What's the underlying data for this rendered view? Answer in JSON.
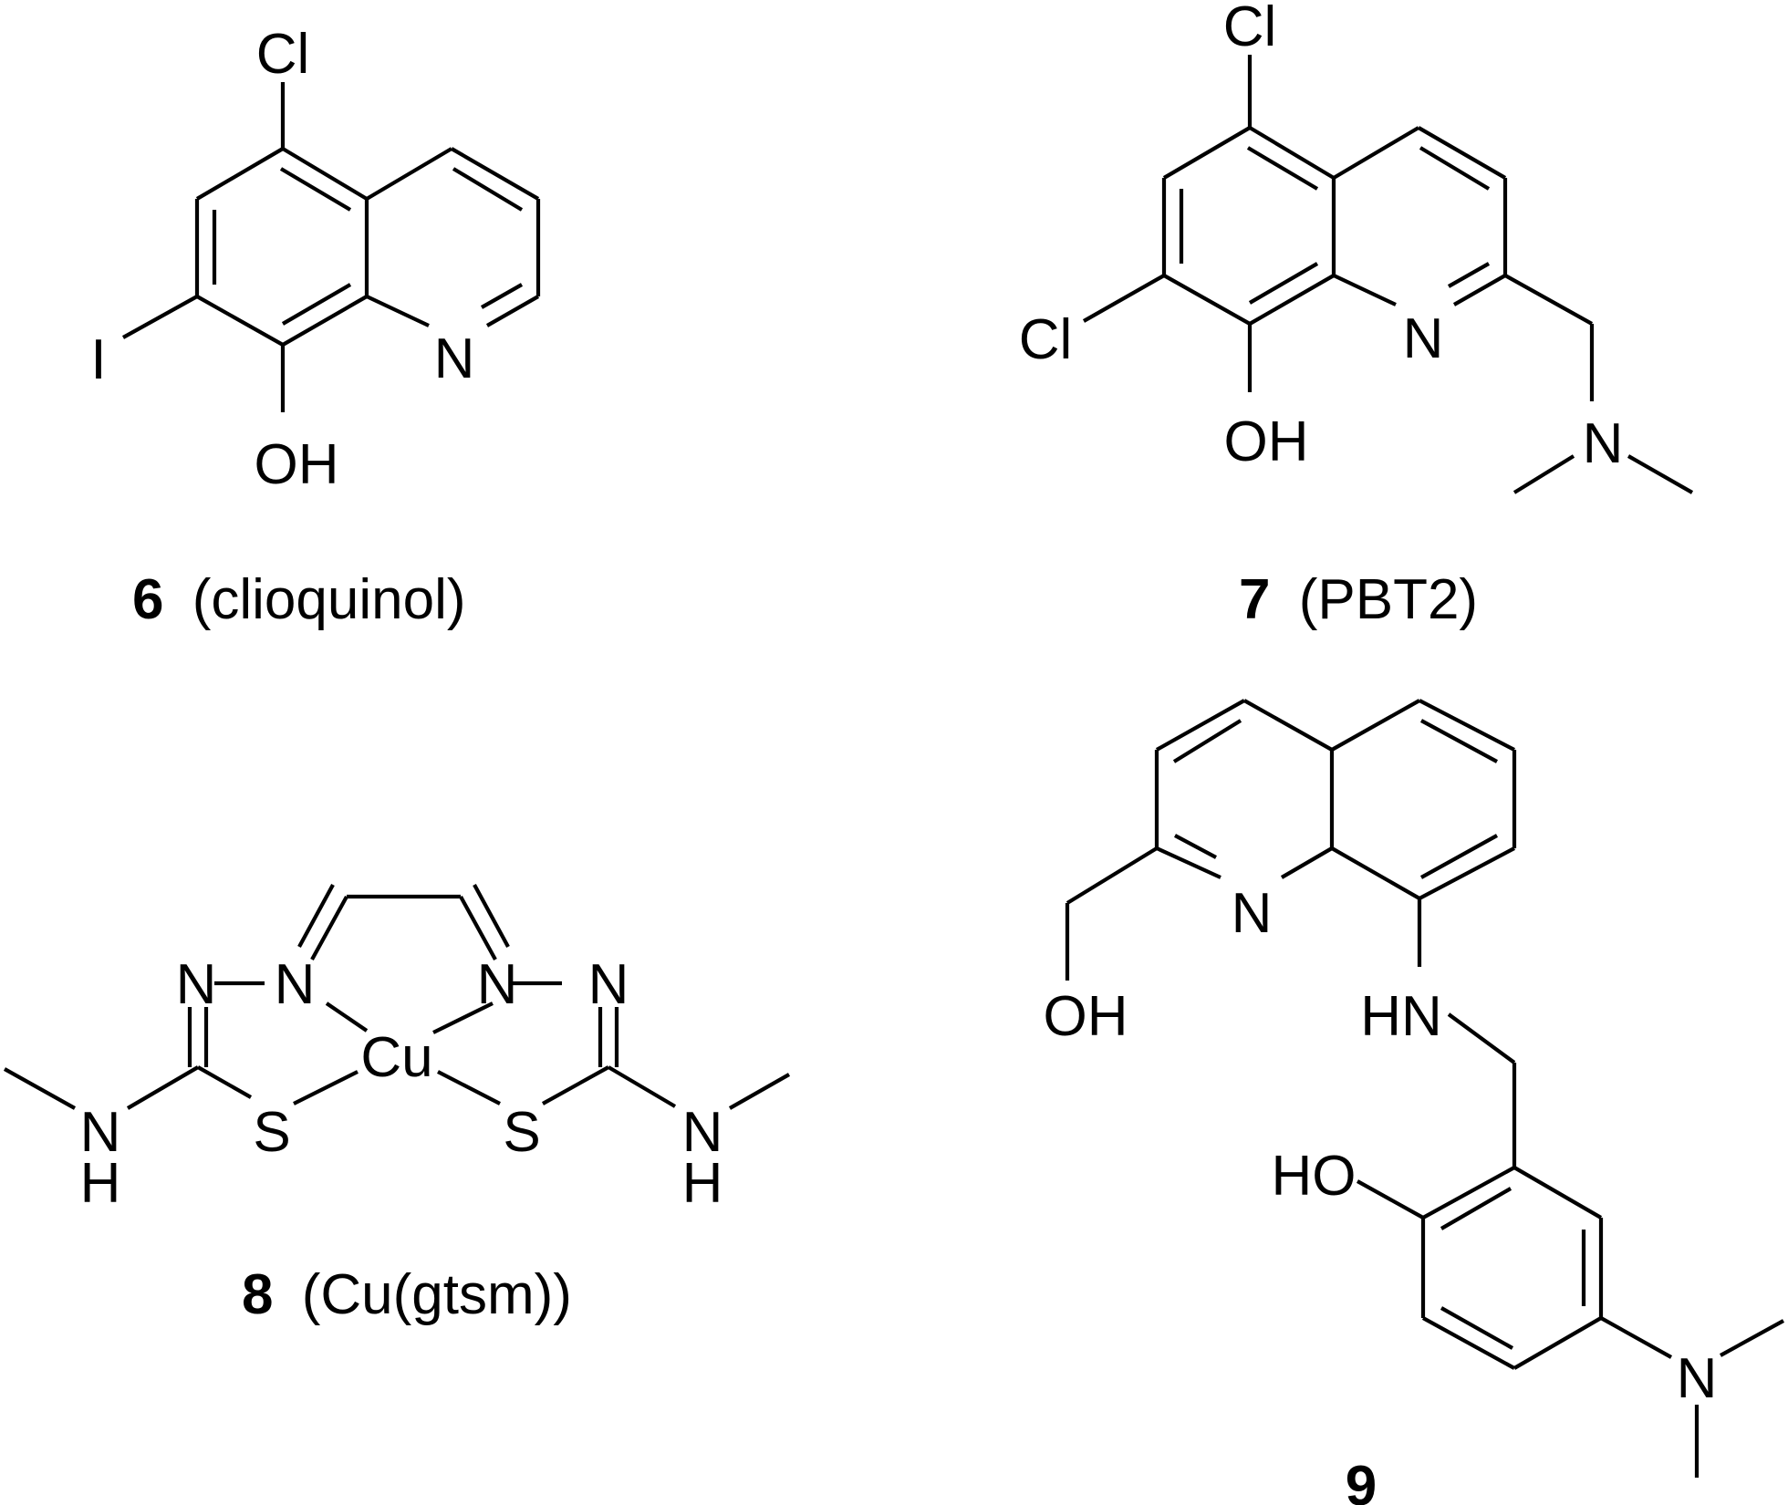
{
  "compounds": [
    {
      "number": "6",
      "name": "(clioquinol)",
      "atoms": {
        "cl": "Cl",
        "i": "I",
        "n": "N",
        "oh": "OH"
      }
    },
    {
      "number": "7",
      "name": "(PBT2)",
      "atoms": {
        "cl_top": "Cl",
        "cl_left": "Cl",
        "n_ring": "N",
        "oh": "OH",
        "n_amine": "N"
      }
    },
    {
      "number": "8",
      "name": "(Cu(gtsm))",
      "atoms": {
        "n_outer_left": "N",
        "n_inner_left": "N",
        "n_inner_right": "N",
        "n_outer_right": "N",
        "cu": "Cu",
        "s_left": "S",
        "s_right": "S",
        "nh_left_n": "N",
        "nh_left_h": "H",
        "nh_right_n": "N",
        "nh_right_h": "H"
      }
    },
    {
      "number": "9",
      "name": "",
      "atoms": {
        "n_ring": "N",
        "oh": "OH",
        "hn": "HN",
        "ho": "HO",
        "n_amine": "N"
      }
    }
  ]
}
